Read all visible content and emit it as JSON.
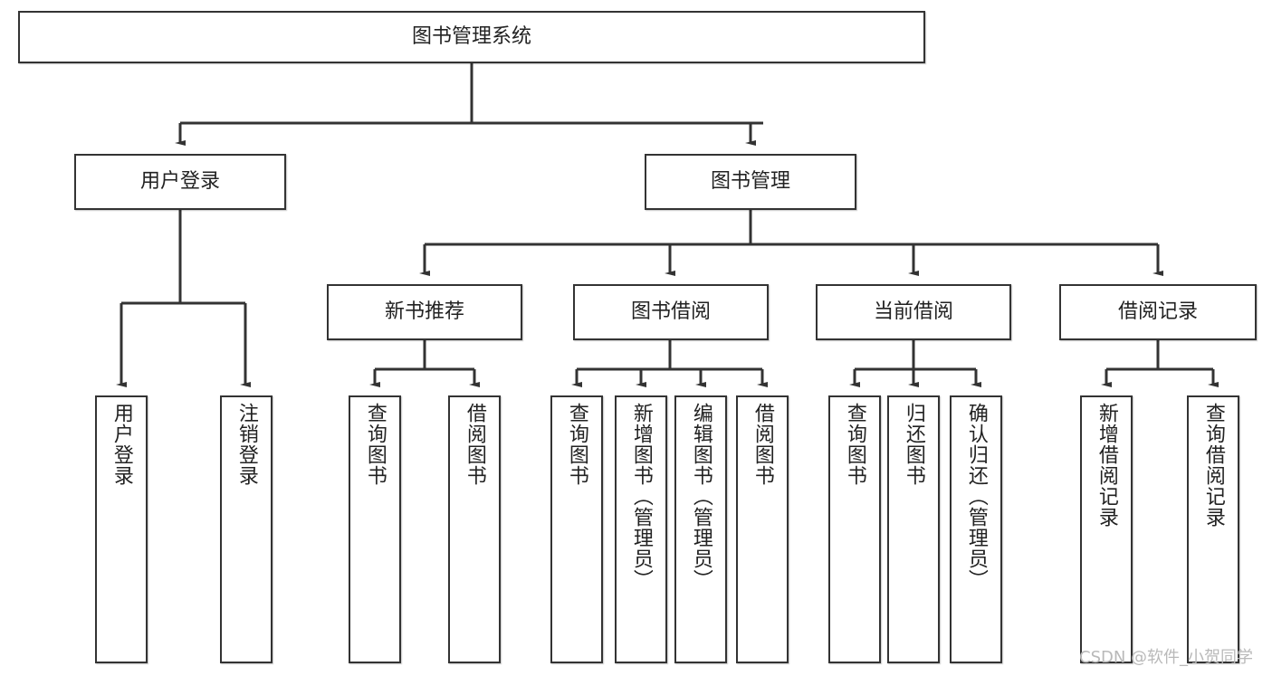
{
  "diagram": {
    "title": "图书管理系统",
    "type": "hierarchy-tree",
    "root": {
      "id": "root",
      "label": "图书管理系统"
    },
    "level1": [
      {
        "id": "user-login",
        "label": "用户登录"
      },
      {
        "id": "book-manage",
        "label": "图书管理"
      }
    ],
    "level2": [
      {
        "id": "new-book-rec",
        "label": "新书推荐",
        "parent": "book-manage"
      },
      {
        "id": "book-borrow",
        "label": "图书借阅",
        "parent": "book-manage"
      },
      {
        "id": "current-borrow",
        "label": "当前借阅",
        "parent": "book-manage"
      },
      {
        "id": "borrow-record",
        "label": "借阅记录",
        "parent": "book-manage"
      }
    ],
    "leaves": {
      "user_login": [
        {
          "id": "leaf-user-login",
          "label": "用户登录"
        },
        {
          "id": "leaf-logout",
          "label": "注销登录"
        }
      ],
      "new_book_rec": [
        {
          "id": "leaf-query-book-1",
          "label": "查询图书"
        },
        {
          "id": "leaf-borrow-book-1",
          "label": "借阅图书"
        }
      ],
      "book_borrow": [
        {
          "id": "leaf-query-book-2",
          "label": "查询图书"
        },
        {
          "id": "leaf-add-book",
          "label": "新增图书（管理员）"
        },
        {
          "id": "leaf-edit-book",
          "label": "编辑图书（管理员）"
        },
        {
          "id": "leaf-borrow-book-2",
          "label": "借阅图书"
        }
      ],
      "current_borrow": [
        {
          "id": "leaf-query-book-3",
          "label": "查询图书"
        },
        {
          "id": "leaf-return-book",
          "label": "归还图书"
        },
        {
          "id": "leaf-confirm-return",
          "label": "确认归还（管理员）"
        }
      ],
      "borrow_record": [
        {
          "id": "leaf-add-record",
          "label": "新增借阅记录"
        },
        {
          "id": "leaf-query-record",
          "label": "查询借阅记录"
        }
      ]
    }
  },
  "watermark": {
    "text": "CSDN @软件_小贺同学"
  },
  "colors": {
    "stroke": "#333333",
    "box_fill": "#ffffff",
    "text": "#222222",
    "watermark": "#b9b9b9",
    "background": "#ffffff"
  }
}
